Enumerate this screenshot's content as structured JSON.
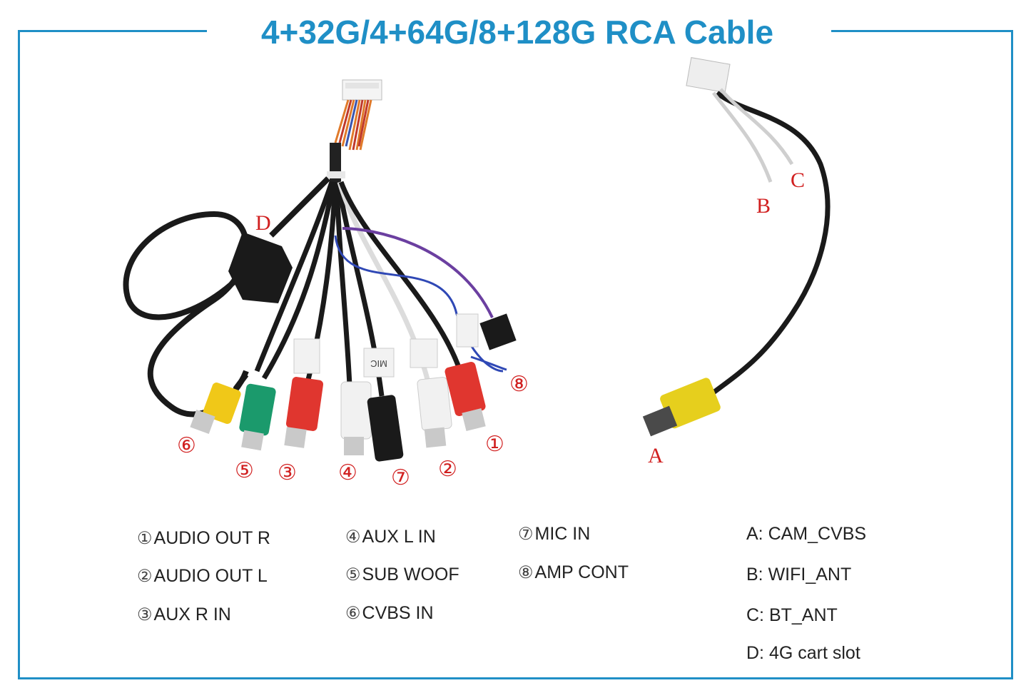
{
  "title": "4+32G/4+64G/8+128G RCA Cable",
  "colors": {
    "frame": "#1f8fc6",
    "label_red": "#d12020"
  },
  "connector_markers": [
    {
      "id": "m1",
      "text": "①"
    },
    {
      "id": "m2",
      "text": "②"
    },
    {
      "id": "m3",
      "text": "③"
    },
    {
      "id": "m4",
      "text": "④"
    },
    {
      "id": "m5",
      "text": "⑤"
    },
    {
      "id": "m6",
      "text": "⑥"
    },
    {
      "id": "m7",
      "text": "⑦"
    },
    {
      "id": "m8",
      "text": "⑧"
    }
  ],
  "letter_markers": {
    "A": "A",
    "B": "B",
    "C": "C",
    "D": "D"
  },
  "sticker_mic": "MIC",
  "legend": {
    "col1": [
      {
        "num": "①",
        "label": "AUDIO OUT R"
      },
      {
        "num": "②",
        "label": "AUDIO OUT L"
      },
      {
        "num": "③",
        "label": "AUX R IN"
      }
    ],
    "col2": [
      {
        "num": "④",
        "label": "AUX L IN"
      },
      {
        "num": "⑤",
        "label": "SUB WOOF"
      },
      {
        "num": "⑥",
        "label": "CVBS IN"
      }
    ],
    "col3": [
      {
        "num": "⑦",
        "label": "MIC IN"
      },
      {
        "num": "⑧",
        "label": "AMP CONT"
      }
    ],
    "col4": [
      {
        "label": "A: CAM_CVBS"
      },
      {
        "label": "B: WIFI_ANT"
      },
      {
        "label": "C: BT_ANT"
      },
      {
        "label": "D: 4G cart slot"
      }
    ]
  }
}
